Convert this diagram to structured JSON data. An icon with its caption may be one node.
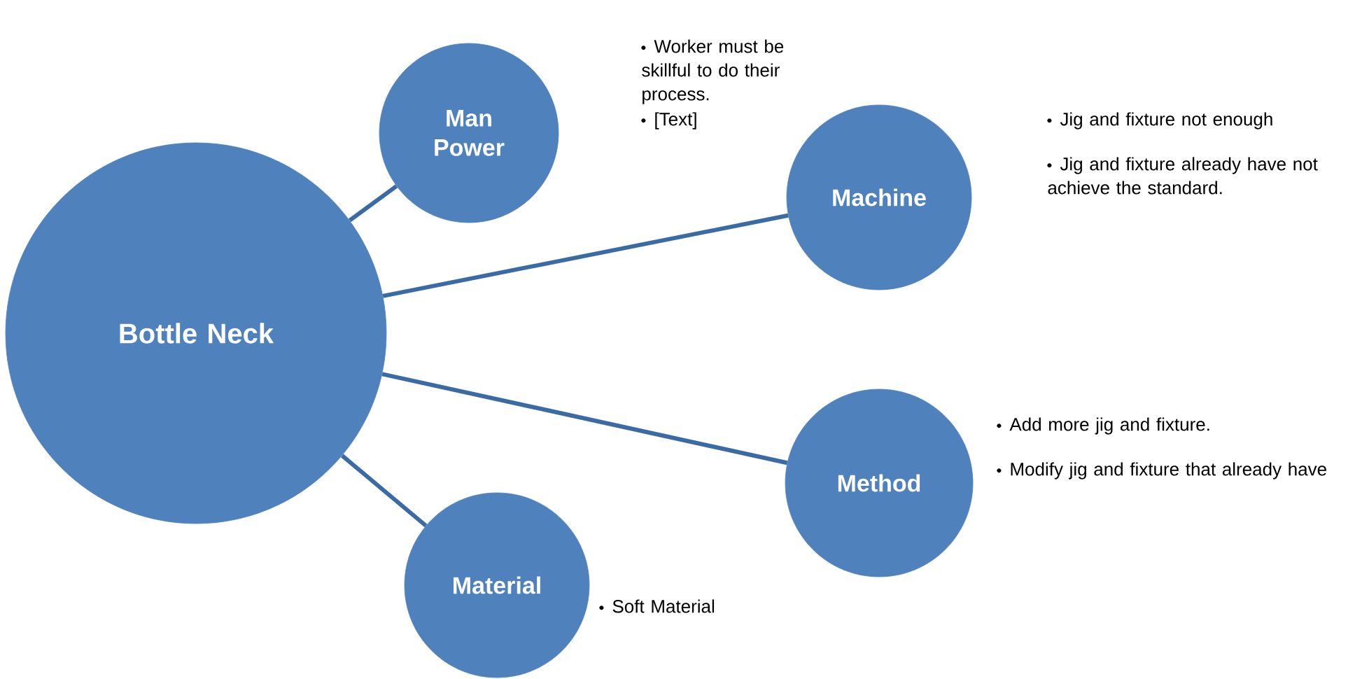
{
  "diagram": {
    "nodes": [
      {
        "text": [
          "Bottle Neck"
        ]
      },
      {
        "text": [
          "Man Power"
        ],
        "beside": [
          "Worker must be skillful to do their process.",
          "[Text]"
        ]
      },
      {
        "text": [
          "Machine"
        ],
        "beside": [
          "Jig and fixture not enough",
          "Jig and fixture already have not achieve the standard."
        ]
      },
      {
        "text": [
          "Method"
        ],
        "beside": [
          "Add more jig and fixture.",
          "Modify jig and fixture that already have"
        ]
      },
      {
        "text": [
          "Material"
        ],
        "beside": [
          "Soft Material"
        ]
      }
    ],
    "edges": [
      {
        "from": 0,
        "to": 1,
        "arrow": "none"
      },
      {
        "from": 0,
        "to": 2,
        "arrow": "none"
      },
      {
        "from": 0,
        "to": 3,
        "arrow": "none"
      },
      {
        "from": 0,
        "to": 4,
        "arrow": "none"
      }
    ]
  }
}
